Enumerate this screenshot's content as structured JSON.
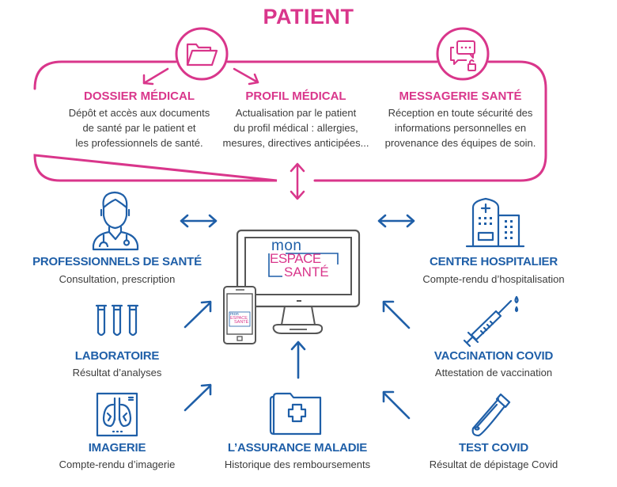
{
  "colors": {
    "pink": "#d9368b",
    "blue": "#1f5fa8",
    "grey": "#555555",
    "text": "#3c3c3c"
  },
  "patient": {
    "title": "PATIENT",
    "icons": [
      "folder-open-icon",
      "secure-chat-icon"
    ],
    "columns": [
      {
        "title": "DOSSIER MÉDICAL",
        "lines": [
          "Dépôt et accès aux documents",
          "de santé par le patient et",
          "les professionnels de santé."
        ]
      },
      {
        "title": "PROFIL MÉDICAL",
        "lines": [
          "Actualisation par le patient",
          "du profil médical : allergies,",
          "mesures, directives anticipées..."
        ]
      },
      {
        "title": "MESSAGERIE SANTÉ",
        "lines": [
          "Réception en toute sécurité des",
          "informations personnelles en",
          "provenance des équipes de soin."
        ]
      }
    ]
  },
  "center": {
    "logo_line1": "mon",
    "logo_line2": "ESPACE",
    "logo_line3": "SANTÉ"
  },
  "services": [
    {
      "icon": "doctor-icon",
      "title": "PROFESSIONNELS DE SANTÉ",
      "desc": "Consultation, prescription"
    },
    {
      "icon": "hospital-icon",
      "title": "CENTRE HOSPITALIER",
      "desc": "Compte-rendu d’hospitalisation"
    },
    {
      "icon": "test-tubes-icon",
      "title": "LABORATOIRE",
      "desc": "Résultat d’analyses"
    },
    {
      "icon": "syringe-icon",
      "title": "VACCINATION COVID",
      "desc": "Attestation de vaccination"
    },
    {
      "icon": "xray-lungs-icon",
      "title": "IMAGERIE",
      "desc": "Compte-rendu d’imagerie"
    },
    {
      "icon": "medical-folder-icon",
      "title": "L’ASSURANCE MALADIE",
      "desc": "Historique des remboursements"
    },
    {
      "icon": "swab-tube-icon",
      "title": "TEST COVID",
      "desc": "Résultat de dépistage Covid"
    }
  ]
}
